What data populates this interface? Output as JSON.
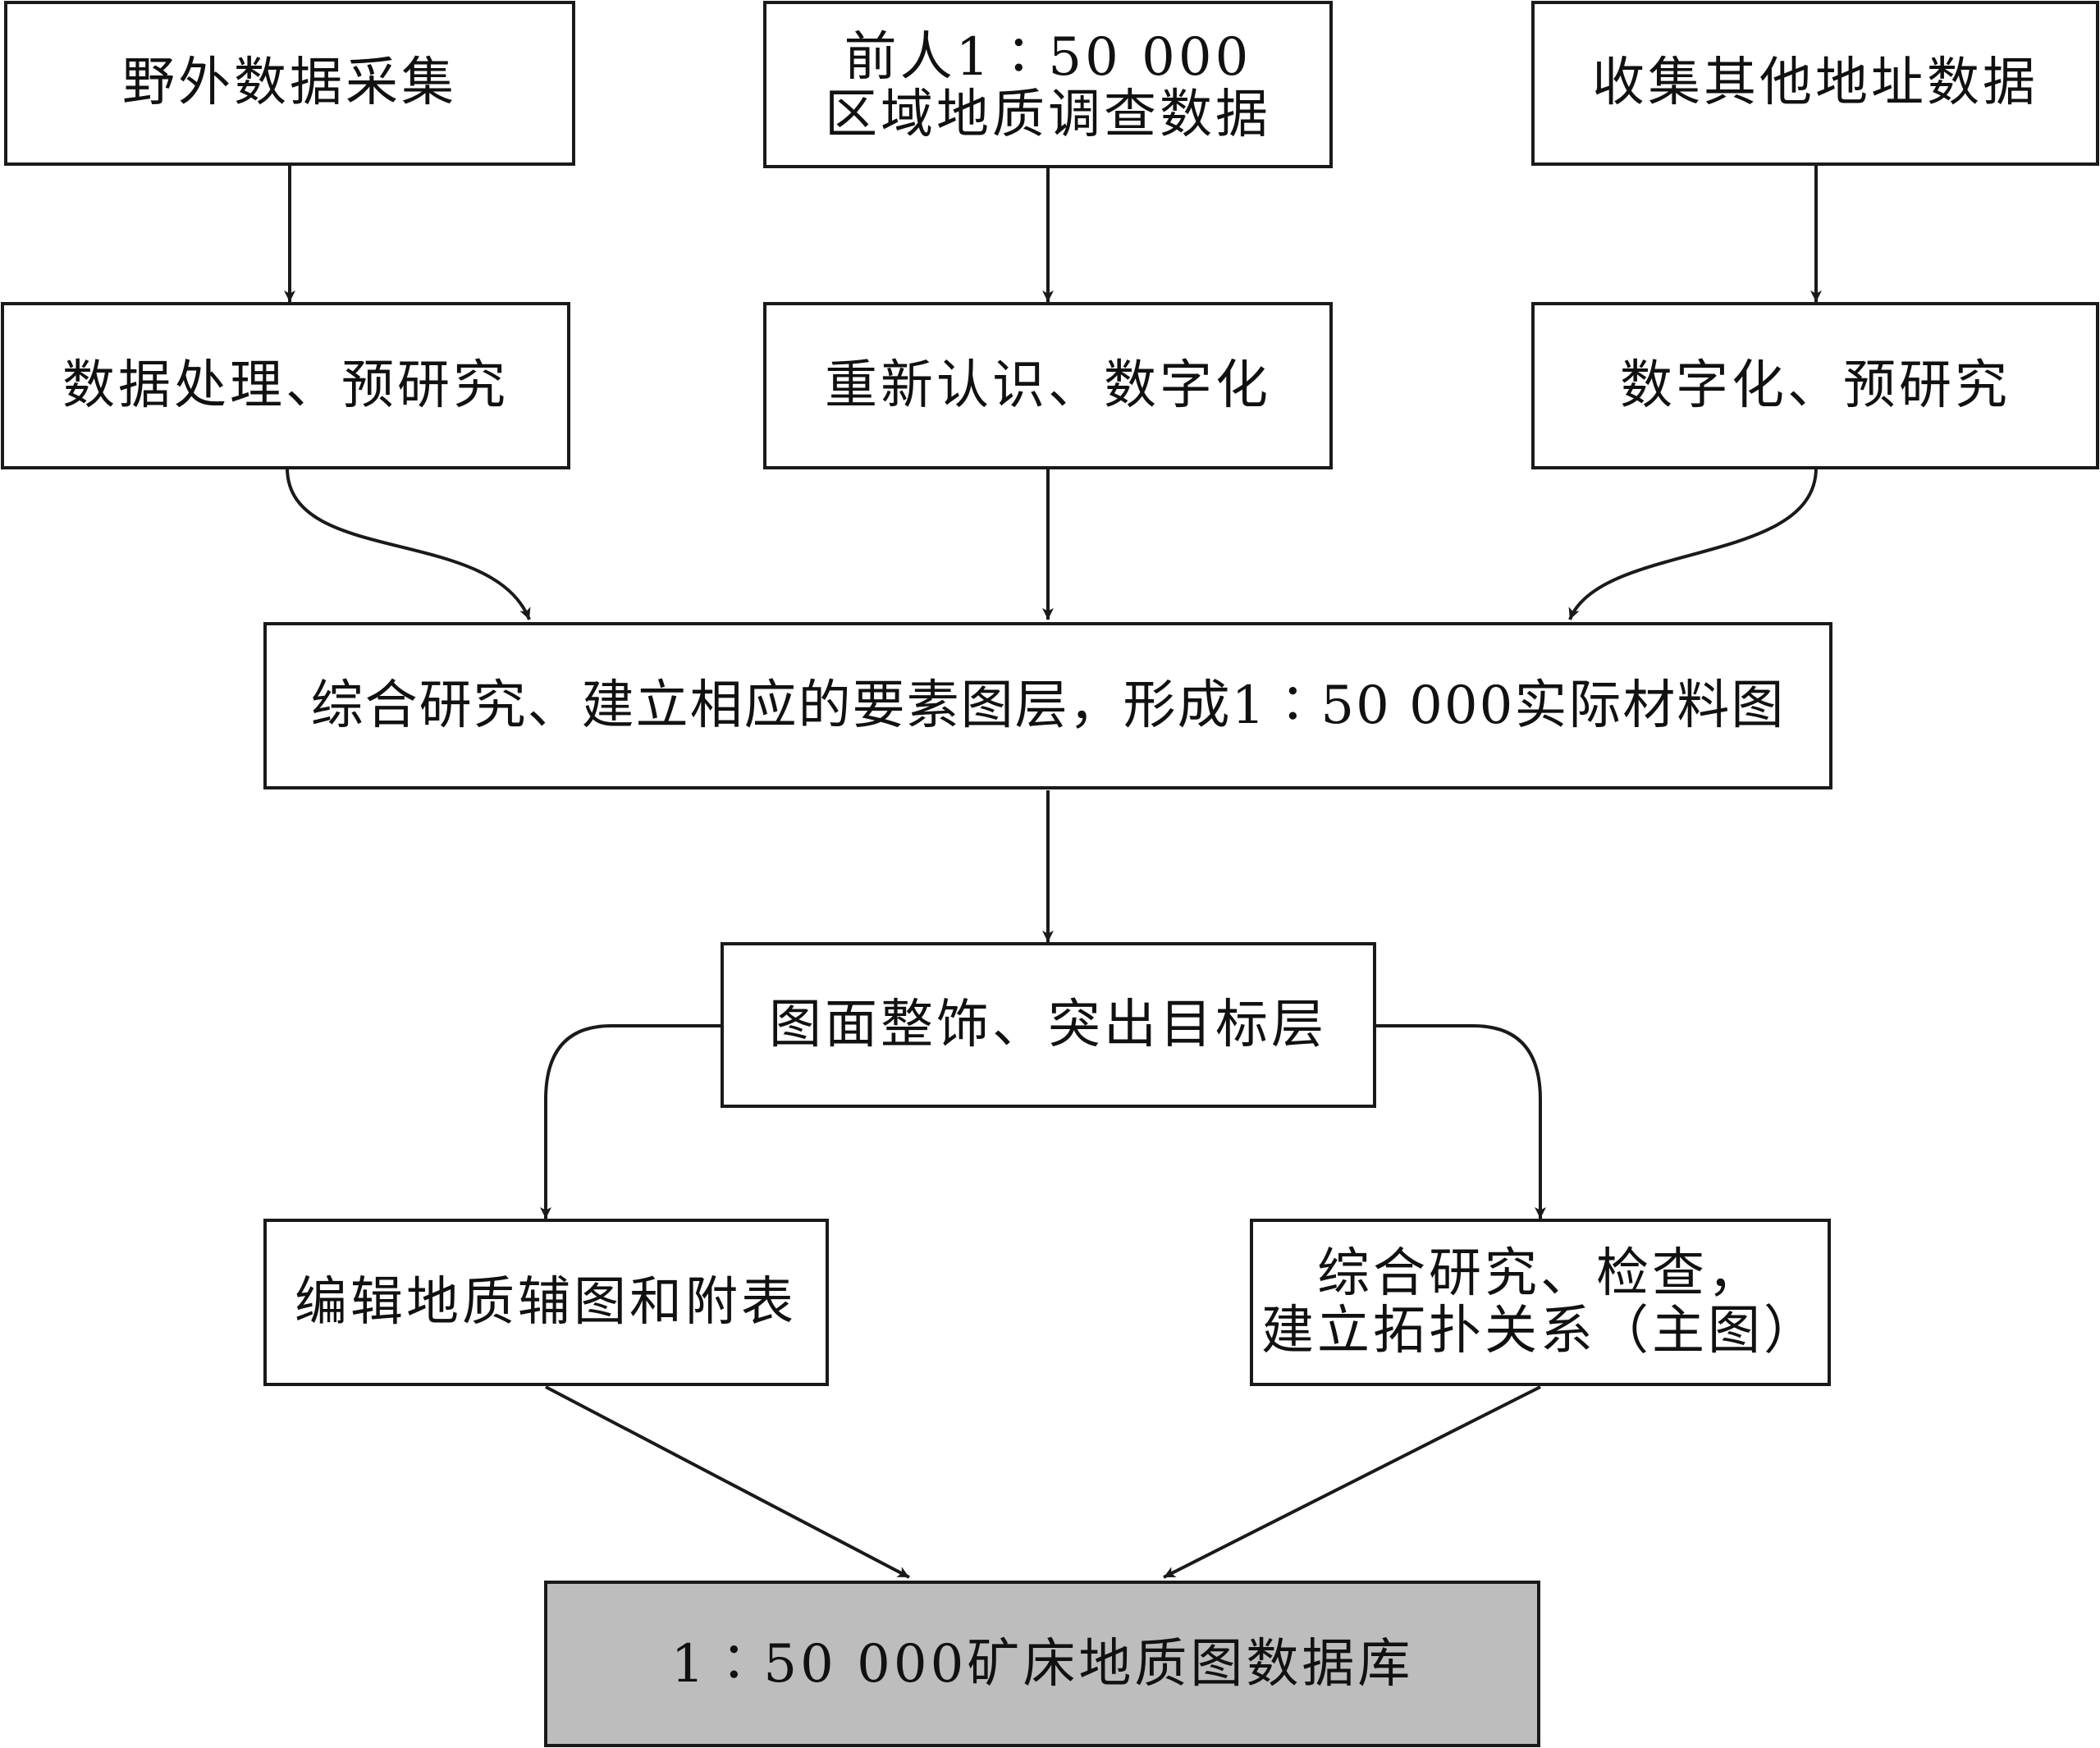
{
  "nodes": {
    "field_collection": {
      "lines": [
        "野外数据采集"
      ]
    },
    "prior_survey": {
      "lines": [
        "前人1∶50 000",
        "区域地质调查数据"
      ]
    },
    "other_data": {
      "lines": [
        "收集其他地址数据"
      ]
    },
    "processing": {
      "lines": [
        "数据处理、预研究"
      ]
    },
    "recognition": {
      "lines": [
        "重新认识、数字化"
      ]
    },
    "digitize": {
      "lines": [
        "数字化、预研究"
      ]
    },
    "integration": {
      "lines": [
        "综合研究、建立相应的要素图层，形成1∶50 000实际材料图"
      ]
    },
    "decoration": {
      "lines": [
        "图面整饰、突出目标层"
      ]
    },
    "aux_maps": {
      "lines": [
        "编辑地质辅图和附表"
      ]
    },
    "topology": {
      "lines": [
        "综合研究、检查，",
        "建立拓扑关系（主图）"
      ]
    },
    "database": {
      "lines": [
        "1∶50 000矿床地质图数据库"
      ]
    }
  },
  "edges": [
    {
      "from": "field_collection",
      "to": "processing"
    },
    {
      "from": "prior_survey",
      "to": "recognition"
    },
    {
      "from": "other_data",
      "to": "digitize"
    },
    {
      "from": "processing",
      "to": "integration"
    },
    {
      "from": "recognition",
      "to": "integration"
    },
    {
      "from": "digitize",
      "to": "integration"
    },
    {
      "from": "integration",
      "to": "decoration"
    },
    {
      "from": "decoration",
      "to": "aux_maps"
    },
    {
      "from": "decoration",
      "to": "topology"
    },
    {
      "from": "aux_maps",
      "to": "database"
    },
    {
      "from": "topology",
      "to": "database"
    }
  ],
  "colors": {
    "stroke": "#1a1a1a",
    "box_fill": "#ffffff",
    "database_fill": "#bdbdbd",
    "text": "#111111"
  }
}
